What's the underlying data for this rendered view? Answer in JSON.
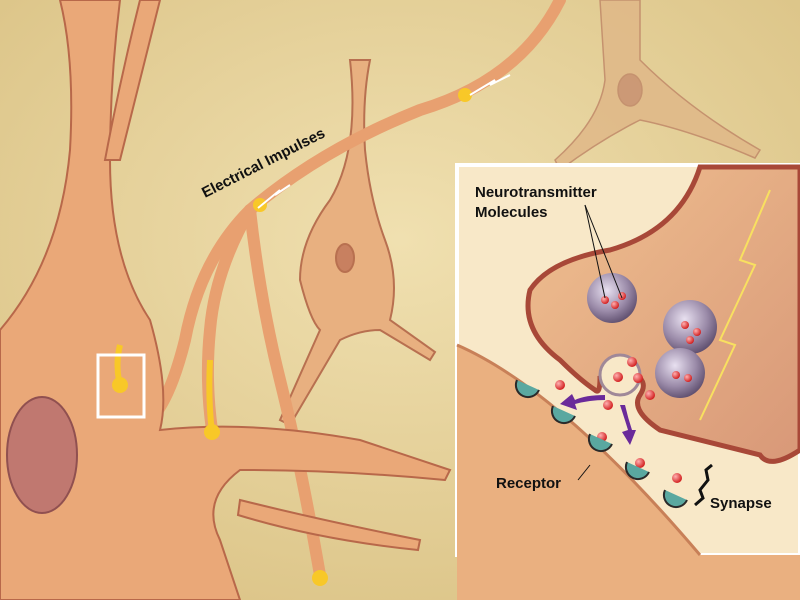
{
  "labels": {
    "electrical_impulses": "Electrical Impulses",
    "neurotransmitter_line1": "Neurotransmitter",
    "neurotransmitter_line2": "Molecules",
    "receptor": "Receptor",
    "synapse": "Synapse"
  },
  "colors": {
    "background": "#e8d49a",
    "neuron": "#e8a878",
    "neuron_edge": "#b8684a",
    "impulse": "#f5c020",
    "vesicle": "#8a7a98",
    "molecule": "#e02828",
    "receptor": "#5aa8a0",
    "arrow": "#6a2a9a",
    "inset_border": "#ffffff"
  }
}
